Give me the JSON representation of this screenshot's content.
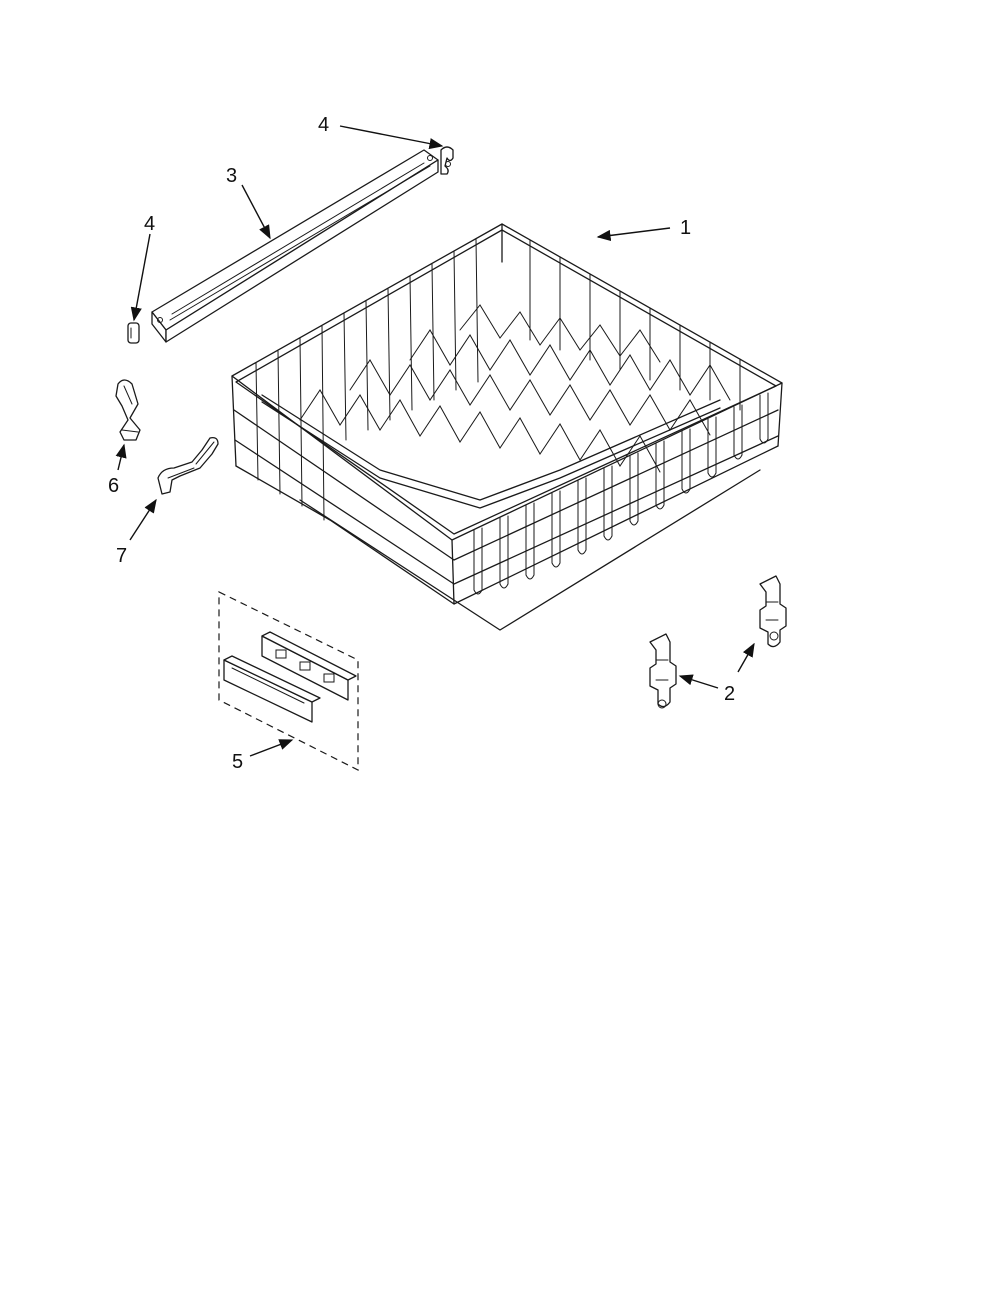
{
  "callouts": [
    "1",
    "2",
    "3",
    "4",
    "4",
    "5",
    "6",
    "7"
  ],
  "colors": {
    "line": "#1a1a1a",
    "background": "#ffffff"
  },
  "parts": [
    "rack-assembly",
    "rack-adjuster",
    "track-rail",
    "rail-end-cap",
    "rail-end-cap",
    "adjuster-kit",
    "wash-arm-connector",
    "water-feed-tube"
  ]
}
